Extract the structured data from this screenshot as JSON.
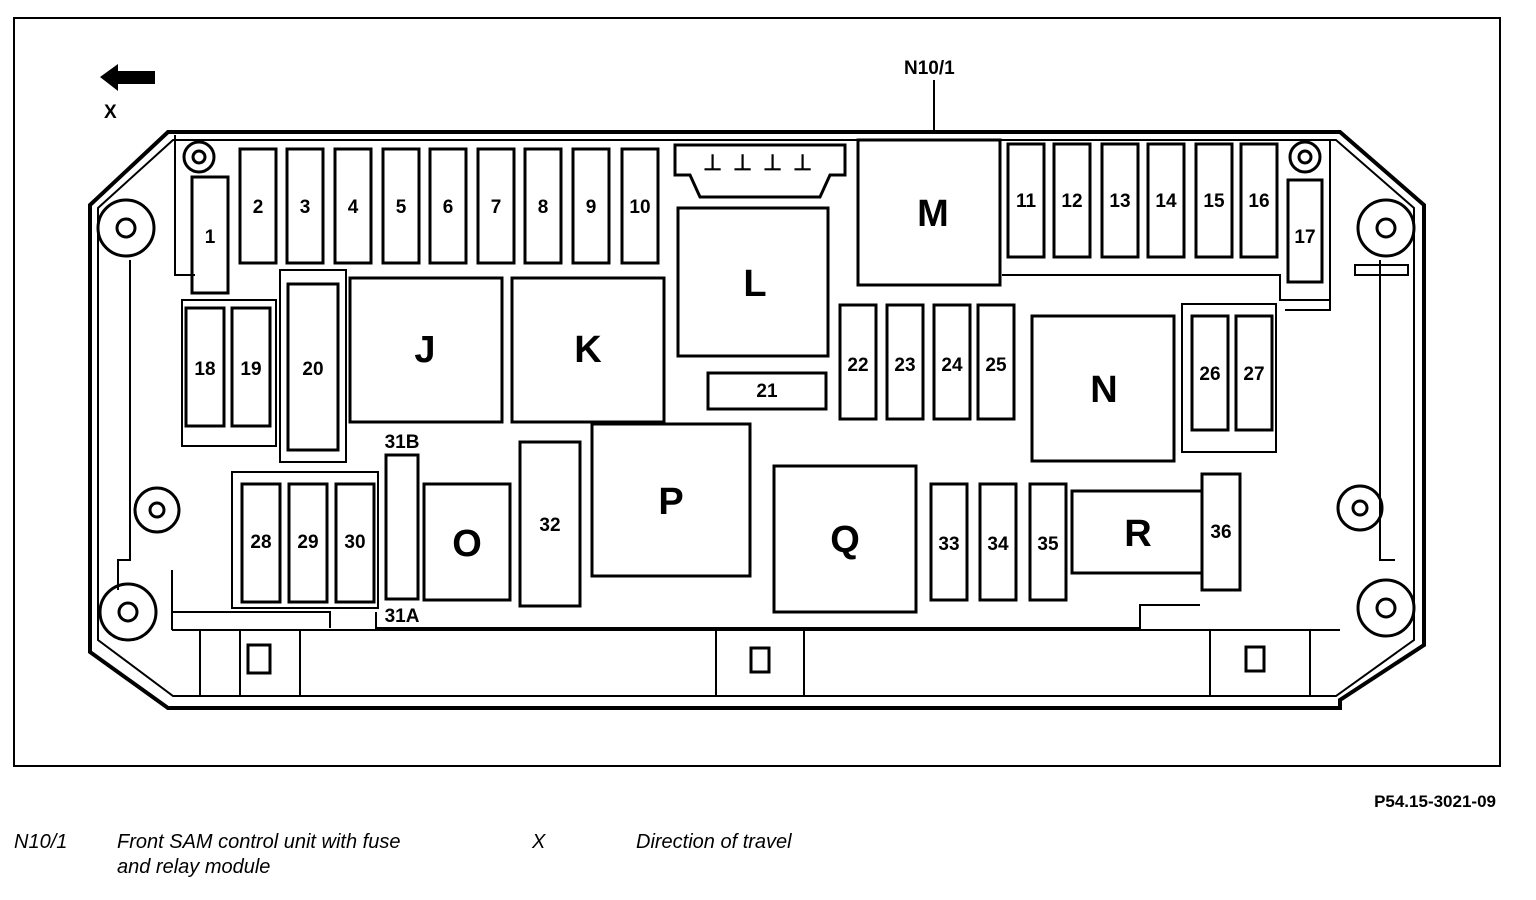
{
  "diagram": {
    "callout": "N10/1",
    "direction_label": "X",
    "terminal_31b": "31B",
    "terminal_31a": "31A",
    "fuses": [
      "1",
      "2",
      "3",
      "4",
      "5",
      "6",
      "7",
      "8",
      "9",
      "10",
      "11",
      "12",
      "13",
      "14",
      "15",
      "16",
      "17",
      "18",
      "19",
      "20",
      "21",
      "22",
      "23",
      "24",
      "25",
      "26",
      "27",
      "28",
      "29",
      "30",
      "32",
      "33",
      "34",
      "35",
      "36"
    ],
    "relays": [
      "J",
      "K",
      "L",
      "M",
      "N",
      "O",
      "P",
      "Q",
      "R"
    ],
    "connector_symbol": "⊥"
  },
  "figure_id": "P54.15-3021-09",
  "legend": [
    {
      "code": "N10/1",
      "text_line1": "Front SAM control unit with fuse",
      "text_line2": "and relay module"
    },
    {
      "code": "X",
      "text_line1": "Direction of travel",
      "text_line2": ""
    }
  ]
}
